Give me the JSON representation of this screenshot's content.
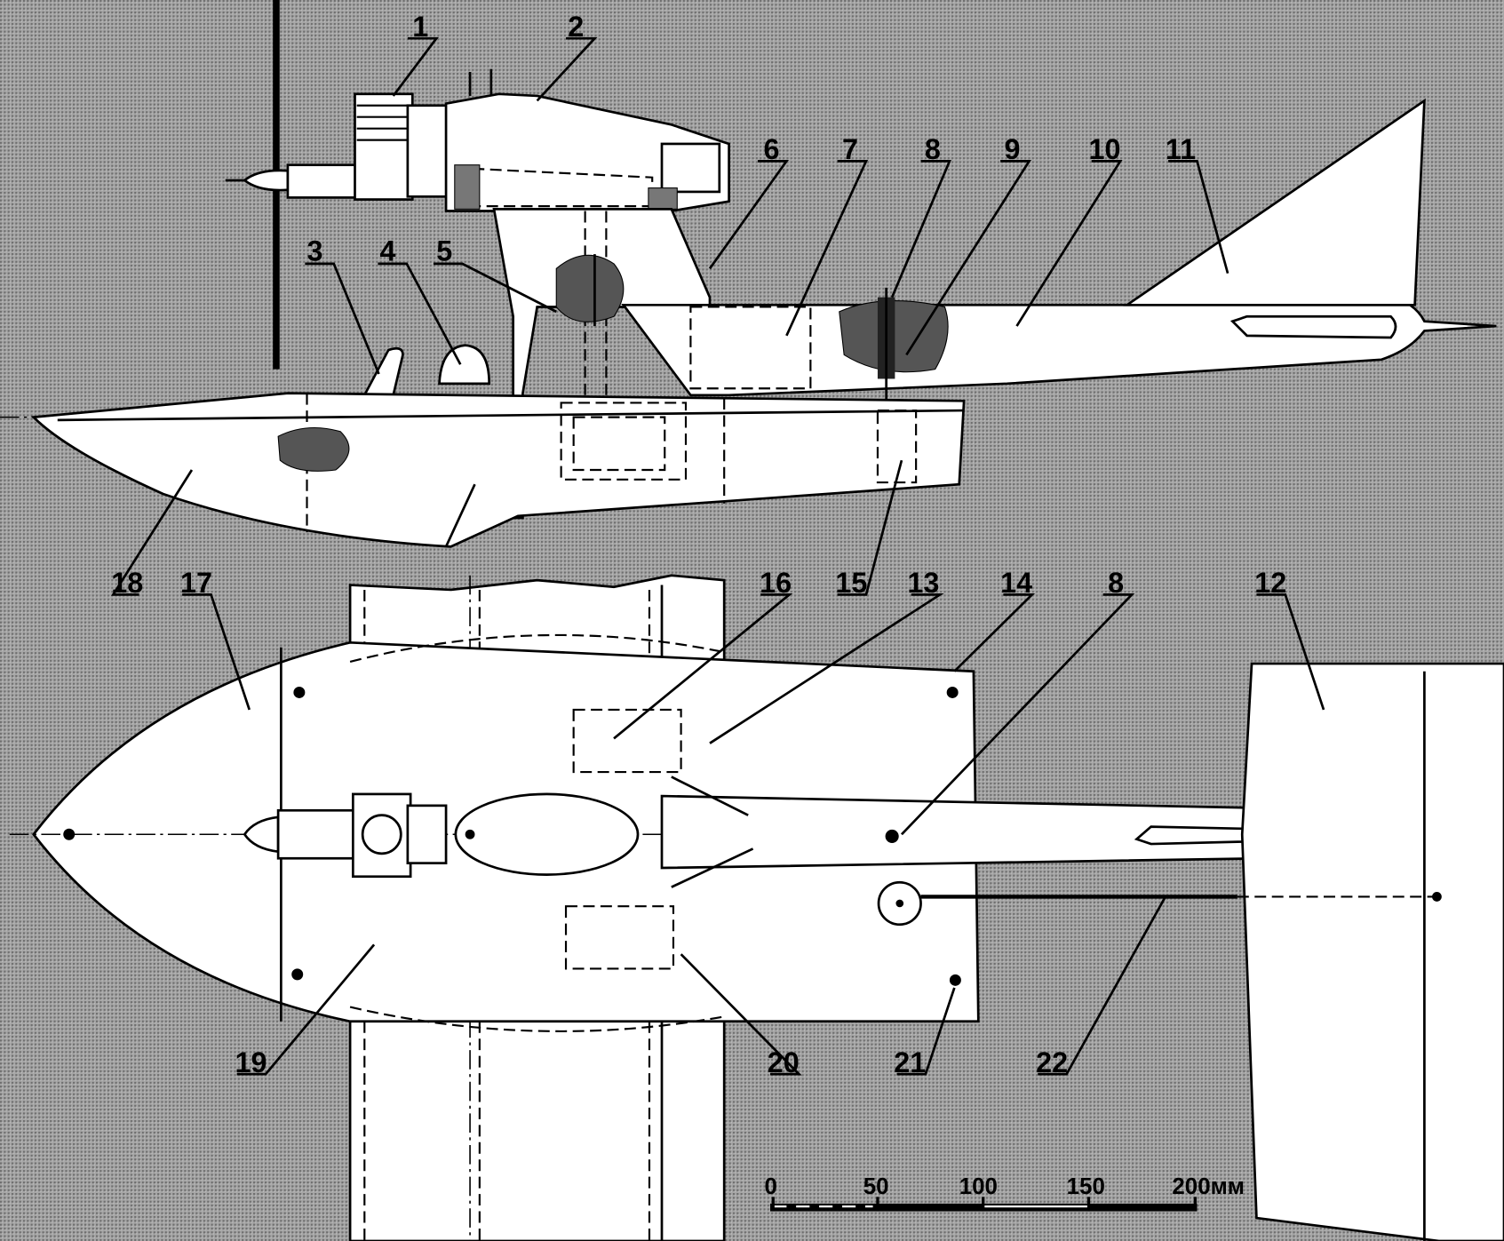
{
  "callouts": {
    "c1": "1",
    "c2": "2",
    "c3": "3",
    "c4": "4",
    "c5": "5",
    "c6": "6",
    "c7": "7",
    "c8a": "8",
    "c8b": "8",
    "c9": "9",
    "c10": "10",
    "c11": "11",
    "c12": "12",
    "c13": "13",
    "c14": "14",
    "c15": "15",
    "c16": "16",
    "c17": "17",
    "c18": "18",
    "c19": "19",
    "c20": "20",
    "c21": "21",
    "c22": "22"
  },
  "scale_bar": {
    "ticks": [
      "0",
      "50",
      "100",
      "150",
      "200мм"
    ]
  },
  "colors": {
    "background": "#8f8f8f",
    "part": "#ffffff",
    "ink": "#000000"
  }
}
